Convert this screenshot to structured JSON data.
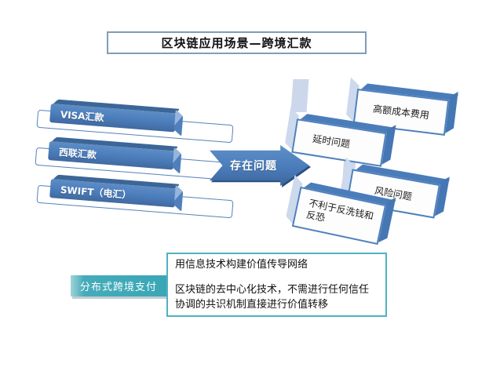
{
  "title": {
    "text": "区块链应用场景—跨境汇款"
  },
  "left_bars": [
    {
      "label": "VISA汇款"
    },
    {
      "label": "西联汇款"
    },
    {
      "label": "SWIFT（电汇）"
    }
  ],
  "arrow": {
    "label": "存在问题"
  },
  "problems": [
    {
      "label": "高额成本费用"
    },
    {
      "label": "延时问题"
    },
    {
      "label": "风险问题"
    },
    {
      "label": "不利于反洗钱和反恐"
    }
  ],
  "solution": {
    "label": "分布式跨境支付",
    "line1": "用信息技术构建价值传导网络",
    "line2": "区块链的去中心化技术，不需进行任何信任协调的共识机制直接进行价值转移"
  },
  "colors": {
    "bar_blue": "#4a7cba",
    "bar_blue_dark": "#3c6697",
    "box_border_blue": "#4f81bd",
    "pale_panel": "#ccd7eb",
    "arrow_shadow": "#2a4f80",
    "title_border": "#7f9db9",
    "teal": "#3aa7b6",
    "teal_border": "#4fb2c1"
  }
}
